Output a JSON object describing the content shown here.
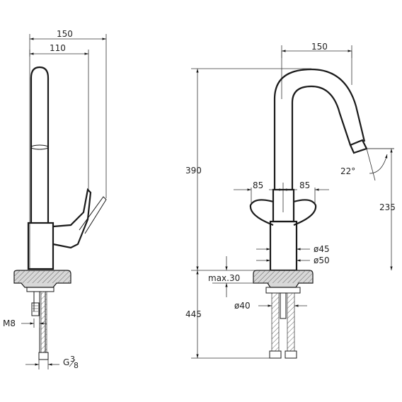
{
  "side_view": {
    "dim_total_width": "150",
    "dim_spout_reach": "110",
    "dim_thread_m": "M8",
    "dim_connection_g_main": "G",
    "dim_connection_g_num": "3",
    "dim_connection_g_den": "8"
  },
  "front_view": {
    "dim_spout_width": "150",
    "dim_total_height": "390",
    "dim_outlet_height": "235",
    "dim_angle": "22°",
    "dim_handle_left": "85",
    "dim_handle_right": "85",
    "dim_diameter_body": "ø45",
    "dim_diameter_base": "ø50",
    "dim_max_deck": "max.30",
    "dim_hole_diameter": "ø40",
    "dim_hose_length": "445"
  },
  "colors": {
    "line": "#1a1a1a",
    "base_fill": "#d8d8d8"
  }
}
